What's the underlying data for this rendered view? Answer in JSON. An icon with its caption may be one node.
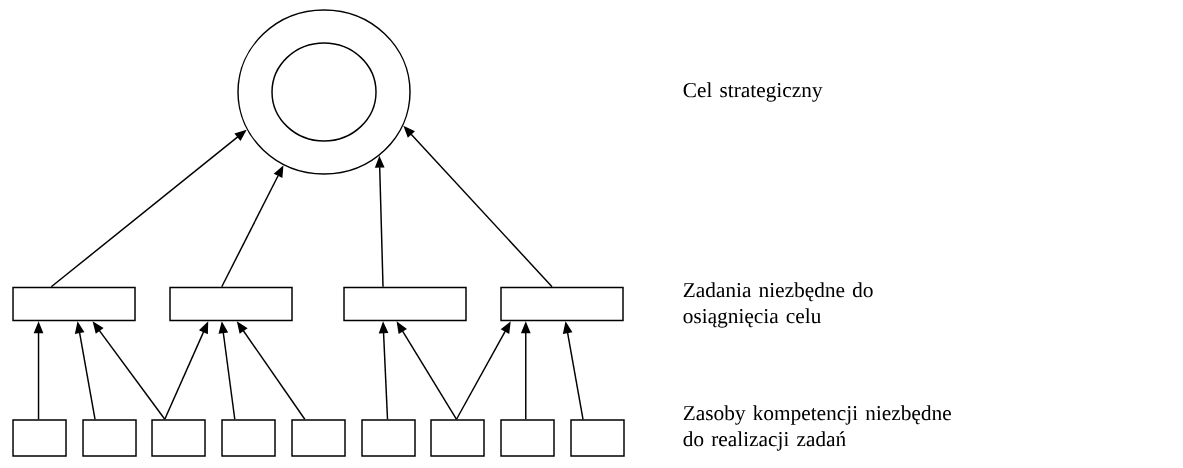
{
  "diagram": {
    "nodes": [
      {
        "text": [],
        "shape": "circle"
      },
      {
        "text": [],
        "shape": "circle",
        "in": 0
      },
      {
        "text": [],
        "shape": "box"
      },
      {
        "text": [],
        "shape": "box"
      },
      {
        "text": [],
        "shape": "box"
      },
      {
        "text": [],
        "shape": "box"
      },
      {
        "text": [],
        "shape": "box"
      },
      {
        "text": [],
        "shape": "box"
      },
      {
        "text": [],
        "shape": "box"
      },
      {
        "text": [],
        "shape": "box"
      },
      {
        "text": [],
        "shape": "box"
      },
      {
        "text": [],
        "shape": "box"
      },
      {
        "text": [],
        "shape": "box"
      },
      {
        "text": [],
        "shape": "box"
      },
      {
        "text": [],
        "shape": "box"
      }
    ],
    "edges": [
      {
        "from": 2,
        "to": 0,
        "arrow": "to"
      },
      {
        "from": 3,
        "to": 0,
        "arrow": "to"
      },
      {
        "from": 4,
        "to": 0,
        "arrow": "to"
      },
      {
        "from": 5,
        "to": 0,
        "arrow": "to"
      },
      {
        "from": 6,
        "to": 2,
        "arrow": "to"
      },
      {
        "from": 7,
        "to": 2,
        "arrow": "to"
      },
      {
        "from": 8,
        "to": 2,
        "arrow": "to"
      },
      {
        "from": 8,
        "to": 3,
        "arrow": "to"
      },
      {
        "from": 9,
        "to": 3,
        "arrow": "to"
      },
      {
        "from": 10,
        "to": 3,
        "arrow": "to"
      },
      {
        "from": 11,
        "to": 4,
        "arrow": "to"
      },
      {
        "from": 12,
        "to": 4,
        "arrow": "to"
      },
      {
        "from": 12,
        "to": 5,
        "arrow": "to"
      },
      {
        "from": 13,
        "to": 5,
        "arrow": "to"
      },
      {
        "from": 14,
        "to": 5,
        "arrow": "to"
      }
    ],
    "labels": [
      "Cel strategiczny",
      "Zadania niezbędne do osiągnięcia celu",
      "Zasoby kompetencji niezbędne do realizacji zadań"
    ]
  }
}
